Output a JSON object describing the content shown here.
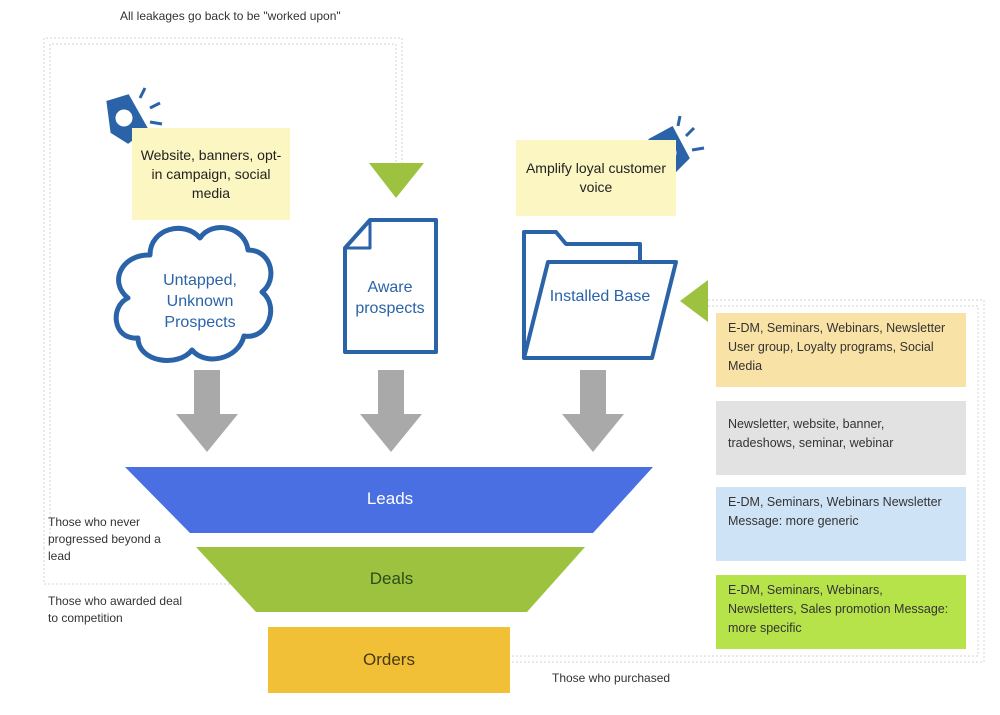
{
  "top_note": "All leakages go back to be \"worked upon\"",
  "notes": {
    "acquisition": "Website, banners, opt-in campaign, social media",
    "amplify": "Amplify loyal customer voice"
  },
  "shapes": {
    "cloud": "Untapped, Unknown Prospects",
    "document": "Aware prospects",
    "folder": "Installed Base"
  },
  "funnel": {
    "leads": "Leads",
    "deals": "Deals",
    "orders": "Orders"
  },
  "side_notes": {
    "never_progressed": "Those who never progressed beyond a lead",
    "competition": "Those who awarded deal to competition",
    "purchased": "Those who purchased"
  },
  "tactics": [
    {
      "text": "E-DM, Seminars, Webinars, Newsletter User group, Loyalty programs, Social Media",
      "color": "#f9e2a6"
    },
    {
      "text": "Newsletter, website, banner, tradeshows, seminar, webinar",
      "color": "#e2e2e2"
    },
    {
      "text": "E-DM, Seminars, Webinars Newsletter Message: more generic",
      "color": "#cfe3f6"
    },
    {
      "text": "E-DM, Seminars, Webinars, Newsletters, Sales promotion Message: more specific",
      "color": "#b7e34a"
    }
  ],
  "colors": {
    "leads": "#4a6fe3",
    "deals": "#9cc23f",
    "orders": "#f2c037",
    "outline": "#2a63a8",
    "arrow": "#a9a9a9",
    "accent": "#9cc23f"
  }
}
